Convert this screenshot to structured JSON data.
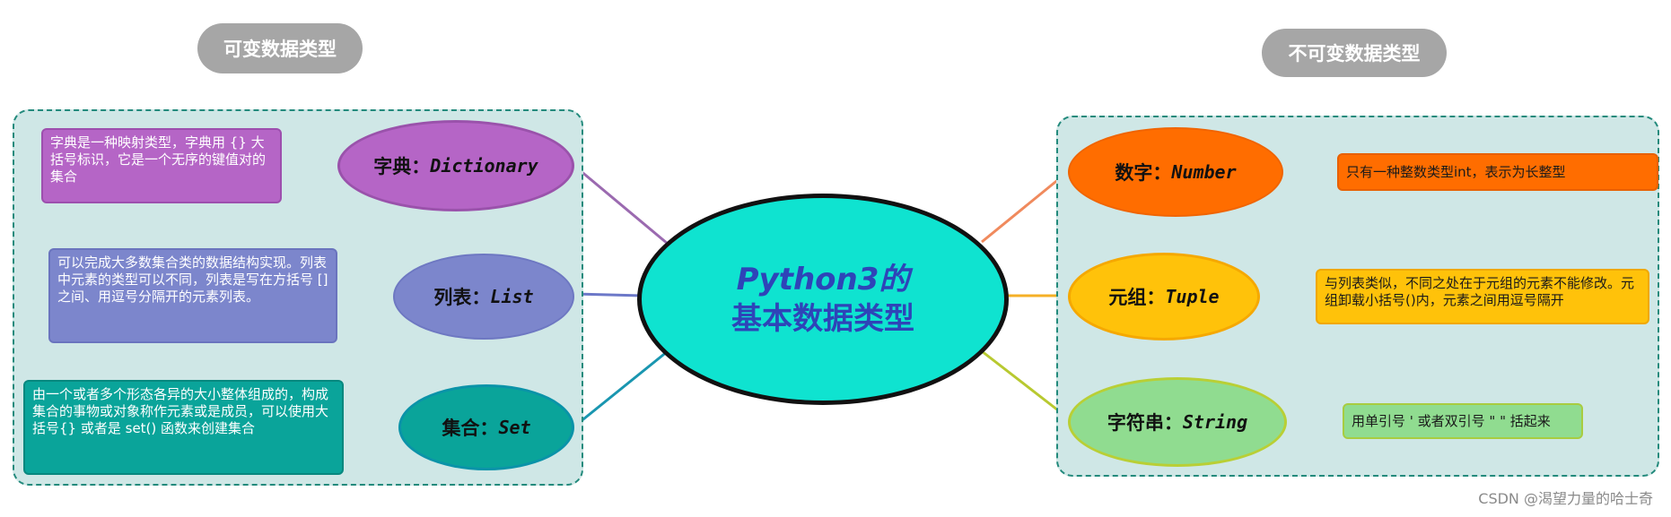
{
  "mutable_label": "可变数据类型",
  "immutable_label": "不可变数据类型",
  "center": {
    "line1": "Python3的",
    "line2": "基本数据类型"
  },
  "mutable": [
    {
      "zh": "字典：",
      "en": "Dictionary",
      "desc": "字典是一种映射类型，字典用 {} 大括号标识，它是一个无序的键值对的集合"
    },
    {
      "zh": "列表：",
      "en": "List",
      "desc": "可以完成大多数集合类的数据结构实现。列表中元素的类型可以不同，列表是写在方括号 [] 之间、用逗号分隔开的元素列表。"
    },
    {
      "zh": "集合：",
      "en": "Set",
      "desc": "由一个或者多个形态各异的大小整体组成的，构成集合的事物或对象称作元素或是成员，可以使用大括号{} 或者是 set() 函数来创建集合"
    }
  ],
  "immutable": [
    {
      "zh": "数字：",
      "en": "Number",
      "desc": "只有一种整数类型int，表示为长整型"
    },
    {
      "zh": "元组：",
      "en": "Tuple",
      "desc": "与列表类似，不同之处在于元组的元素不能修改。元组卸载小括号()内，元素之间用逗号隔开"
    },
    {
      "zh": "字符串：",
      "en": "String",
      "desc": "用单引号 ' 或者双引号 \" \" 括起来"
    }
  ],
  "watermark": "CSDN @渴望力量的哈士奇",
  "colors": {
    "dictionary": "#b565c6",
    "list": "#7c86cc",
    "set": "#0aa49a",
    "number": "#ff6d00",
    "tuple": "#ffc20a",
    "string": "#90dc90",
    "center_fill": "#0fe3d0",
    "region_fill": "#cfe7e6"
  }
}
